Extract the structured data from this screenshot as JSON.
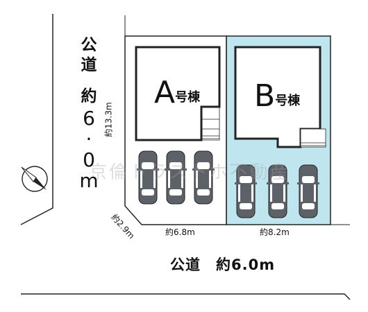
{
  "roads": {
    "left_label": [
      "公",
      "道",
      "約",
      "6",
      "·",
      "0",
      "m"
    ],
    "bottom_label": "公道　約6.0m"
  },
  "buildings": {
    "a": {
      "letter": "A",
      "suffix": "号棟"
    },
    "b": {
      "letter": "B",
      "suffix": "号棟"
    }
  },
  "dimensions": {
    "depth": "約13.3m",
    "corner": "約2.9m",
    "lot_a_width": "約6.8m",
    "lot_b_width": "約8.2m"
  },
  "watermark": "京倫トラストホ不動産",
  "colors": {
    "lot_b_fill": "#bfe6ef",
    "line": "#222222",
    "car_body": "#5d6168",
    "car_glass": "#ffffff"
  },
  "icons": {
    "compass": "north-compass-icon",
    "car": "car-icon"
  }
}
